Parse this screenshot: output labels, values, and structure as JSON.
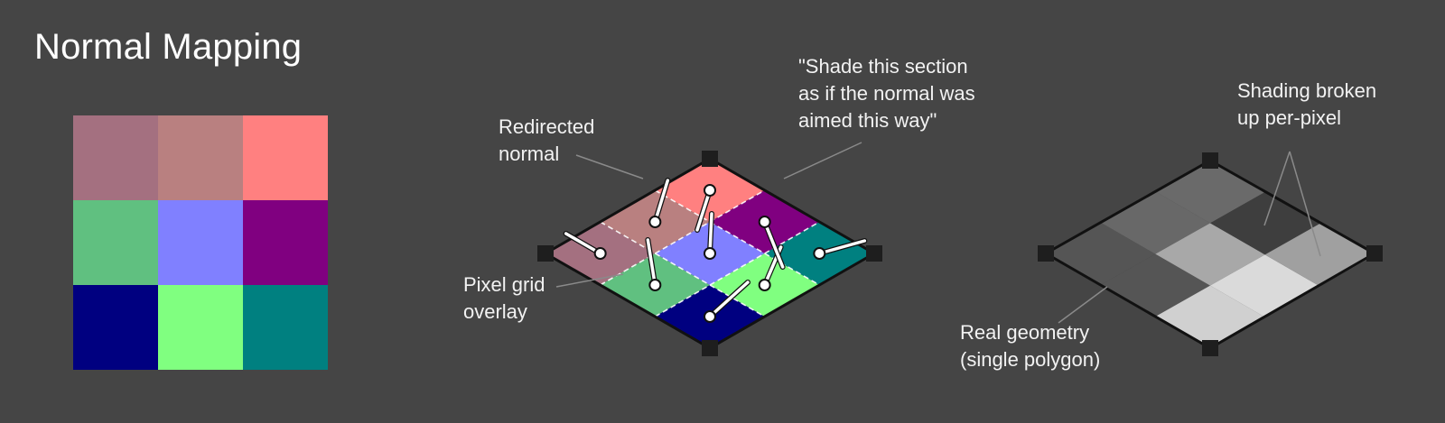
{
  "title": "Normal Mapping",
  "colors": {
    "background": "#454545",
    "leader_line": "#8a8a8a",
    "outline": "#111111",
    "vertex": "#1e1e1e",
    "normal_stick": "#ffffff"
  },
  "normal_map_texture": {
    "rows": [
      [
        "#a47080",
        "#b98080",
        "#ff8080"
      ],
      [
        "#60c080",
        "#8080ff",
        "#800080"
      ],
      [
        "#000080",
        "#80ff80",
        "#008080"
      ]
    ]
  },
  "middle_diagram": {
    "labels": {
      "redirected_normal": [
        "Redirected",
        "normal"
      ],
      "shade_note": [
        "\"Shade this section",
        "as if the normal was",
        "aimed this way\""
      ],
      "pixel_grid": [
        "Pixel grid",
        "overlay"
      ]
    }
  },
  "right_diagram": {
    "shades": {
      "rows": [
        [
          "#555555",
          "#686868",
          "#6a6a6a"
        ],
        [
          "#555555",
          "#a8a8a8",
          "#3e3e3e"
        ],
        [
          "#d0d0d0",
          "#dadada",
          "#a0a0a0"
        ]
      ],
      "note": "bottom-most cell",
      "bottom": "#6a6a6a"
    },
    "labels": {
      "shading_broken": [
        "Shading broken",
        "up per-pixel"
      ],
      "real_geometry": [
        "Real geometry",
        "(single polygon)"
      ]
    }
  }
}
